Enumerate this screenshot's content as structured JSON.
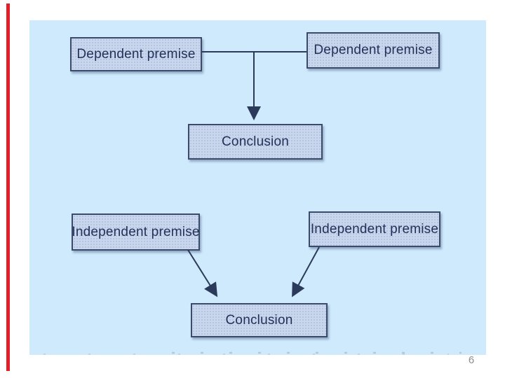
{
  "slide": {
    "page_number": "6",
    "background_color": "#ffffff",
    "panel_color": "#cfeafc",
    "accent_bar_color": "#e31e26"
  },
  "dependent_diagram": {
    "left_box": "Dependent premise",
    "right_box": "Dependent premise",
    "conclusion_box": "Conclusion"
  },
  "independent_diagram": {
    "left_box": "Independent premise",
    "right_box": "Independent premise",
    "conclusion_box": "Conclusion"
  },
  "styles": {
    "box_fill": "#c9d7ee",
    "box_border": "#3a4a6b",
    "box_text_color": "#223158",
    "connector_color": "#2b3a5a",
    "page_number_color": "#8d8d8d"
  }
}
